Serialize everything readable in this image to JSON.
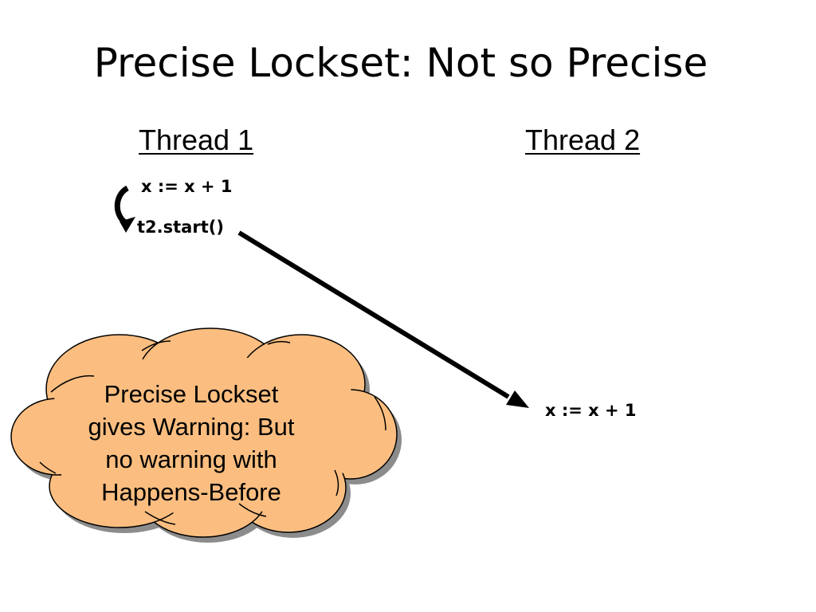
{
  "slide": {
    "title": "Precise Lockset: Not so Precise",
    "threads": [
      {
        "header": "Thread 1"
      },
      {
        "header": "Thread 2"
      }
    ],
    "thread1_statements": [
      "x := x + 1",
      "t2.start()"
    ],
    "thread2_statements": [
      "x := x + 1"
    ],
    "callout": {
      "line1": "Precise Lockset",
      "line2": "gives Warning: But",
      "line3": "no warning with",
      "line4": "Happens-Before"
    }
  },
  "colors": {
    "cloud_fill": "#FBBE80",
    "cloud_shadow": "#8C8C8C",
    "arrow": "#000000",
    "text": "#000000"
  }
}
